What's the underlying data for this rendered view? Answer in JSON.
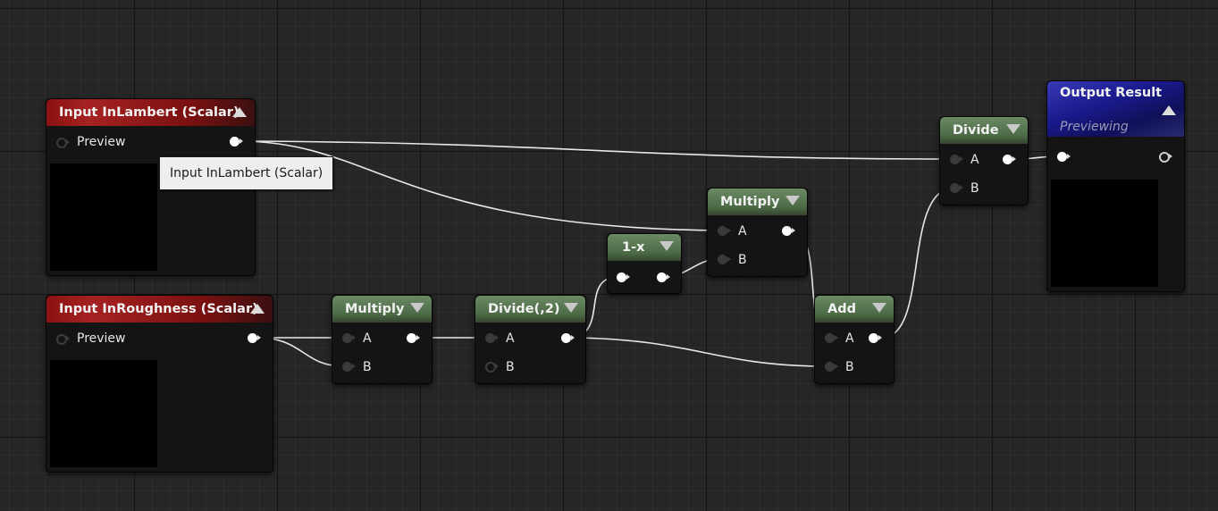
{
  "graph": {
    "nodes": {
      "input_lambert": {
        "title": "Input InLambert (Scalar)",
        "pin_label": "Preview",
        "color": "#a62222"
      },
      "input_roughness": {
        "title": "Input InRoughness (Scalar)",
        "pin_label": "Preview",
        "color": "#a62222"
      },
      "multiply_1": {
        "title": "Multiply",
        "pins": [
          "A",
          "B"
        ],
        "color": "#5a7a54"
      },
      "divide_2": {
        "title": "Divide(,2)",
        "pins": [
          "A",
          "B"
        ],
        "color": "#5a7a54"
      },
      "one_minus_x": {
        "title": "1-x",
        "color": "#5a7a54"
      },
      "multiply_2": {
        "title": "Multiply",
        "pins": [
          "A",
          "B"
        ],
        "color": "#5a7a54"
      },
      "add": {
        "title": "Add",
        "pins": [
          "A",
          "B"
        ],
        "color": "#5a7a54"
      },
      "divide": {
        "title": "Divide",
        "pins": [
          "A",
          "B"
        ],
        "color": "#5a7a54"
      },
      "output_result": {
        "title": "Output Result",
        "subtitle": "Previewing",
        "color": "#1a1a8c"
      }
    },
    "tooltip": "Input InLambert (Scalar)",
    "connections": [
      [
        "Input InLambert.Preview",
        "Divide.A"
      ],
      [
        "Input InLambert.Preview",
        "Multiply(2).A"
      ],
      [
        "Input InRoughness.Preview",
        "Multiply(1).A"
      ],
      [
        "Input InRoughness.Preview",
        "Multiply(1).B"
      ],
      [
        "Multiply(1).out",
        "Divide(,2).A"
      ],
      [
        "Divide(,2).out",
        "1-x.in"
      ],
      [
        "Divide(,2).out",
        "Add.B"
      ],
      [
        "1-x.out",
        "Multiply(2).B"
      ],
      [
        "Multiply(2).out",
        "Add.A"
      ],
      [
        "Add.out",
        "Divide.B"
      ],
      [
        "Divide.out",
        "Output Result.in"
      ]
    ]
  }
}
